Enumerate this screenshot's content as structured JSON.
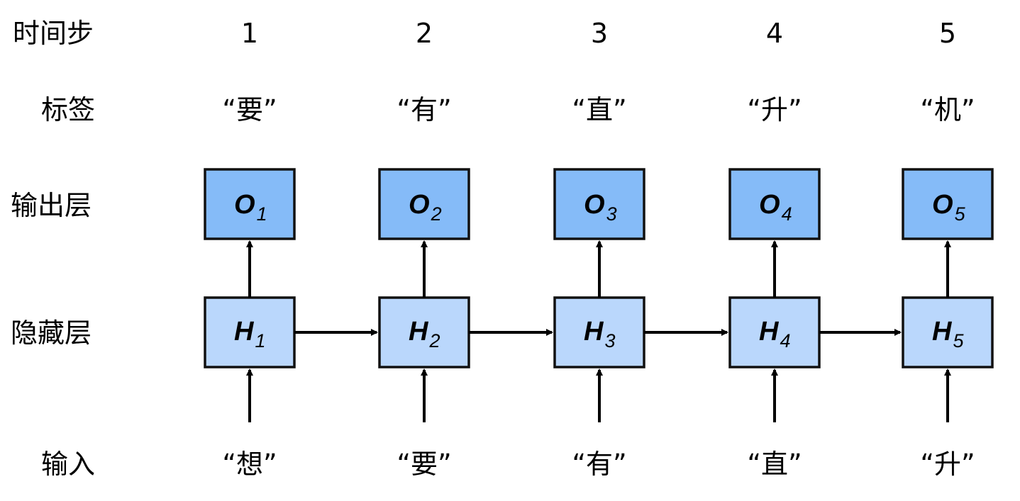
{
  "rows": {
    "time_step": "时间步",
    "label": "标签",
    "output_layer": "输出层",
    "hidden_layer": "隐藏层",
    "input": "输入"
  },
  "steps": [
    {
      "num": "1",
      "label": "“要”",
      "output": {
        "symbol": "O",
        "sub": "1"
      },
      "hidden": {
        "symbol": "H",
        "sub": "1"
      },
      "input": "“想”"
    },
    {
      "num": "2",
      "label": "“有”",
      "output": {
        "symbol": "O",
        "sub": "2"
      },
      "hidden": {
        "symbol": "H",
        "sub": "2"
      },
      "input": "“要”"
    },
    {
      "num": "3",
      "label": "“直”",
      "output": {
        "symbol": "O",
        "sub": "3"
      },
      "hidden": {
        "symbol": "H",
        "sub": "3"
      },
      "input": "“有”"
    },
    {
      "num": "4",
      "label": "“升”",
      "output": {
        "symbol": "O",
        "sub": "4"
      },
      "hidden": {
        "symbol": "H",
        "sub": "4"
      },
      "input": "“直”"
    },
    {
      "num": "5",
      "label": "“机”",
      "output": {
        "symbol": "O",
        "sub": "5"
      },
      "hidden": {
        "symbol": "H",
        "sub": "5"
      },
      "input": "“升”"
    }
  ],
  "colors": {
    "output_box": "#85bbf8",
    "hidden_box": "#bad7fc",
    "stroke": "#111111"
  }
}
